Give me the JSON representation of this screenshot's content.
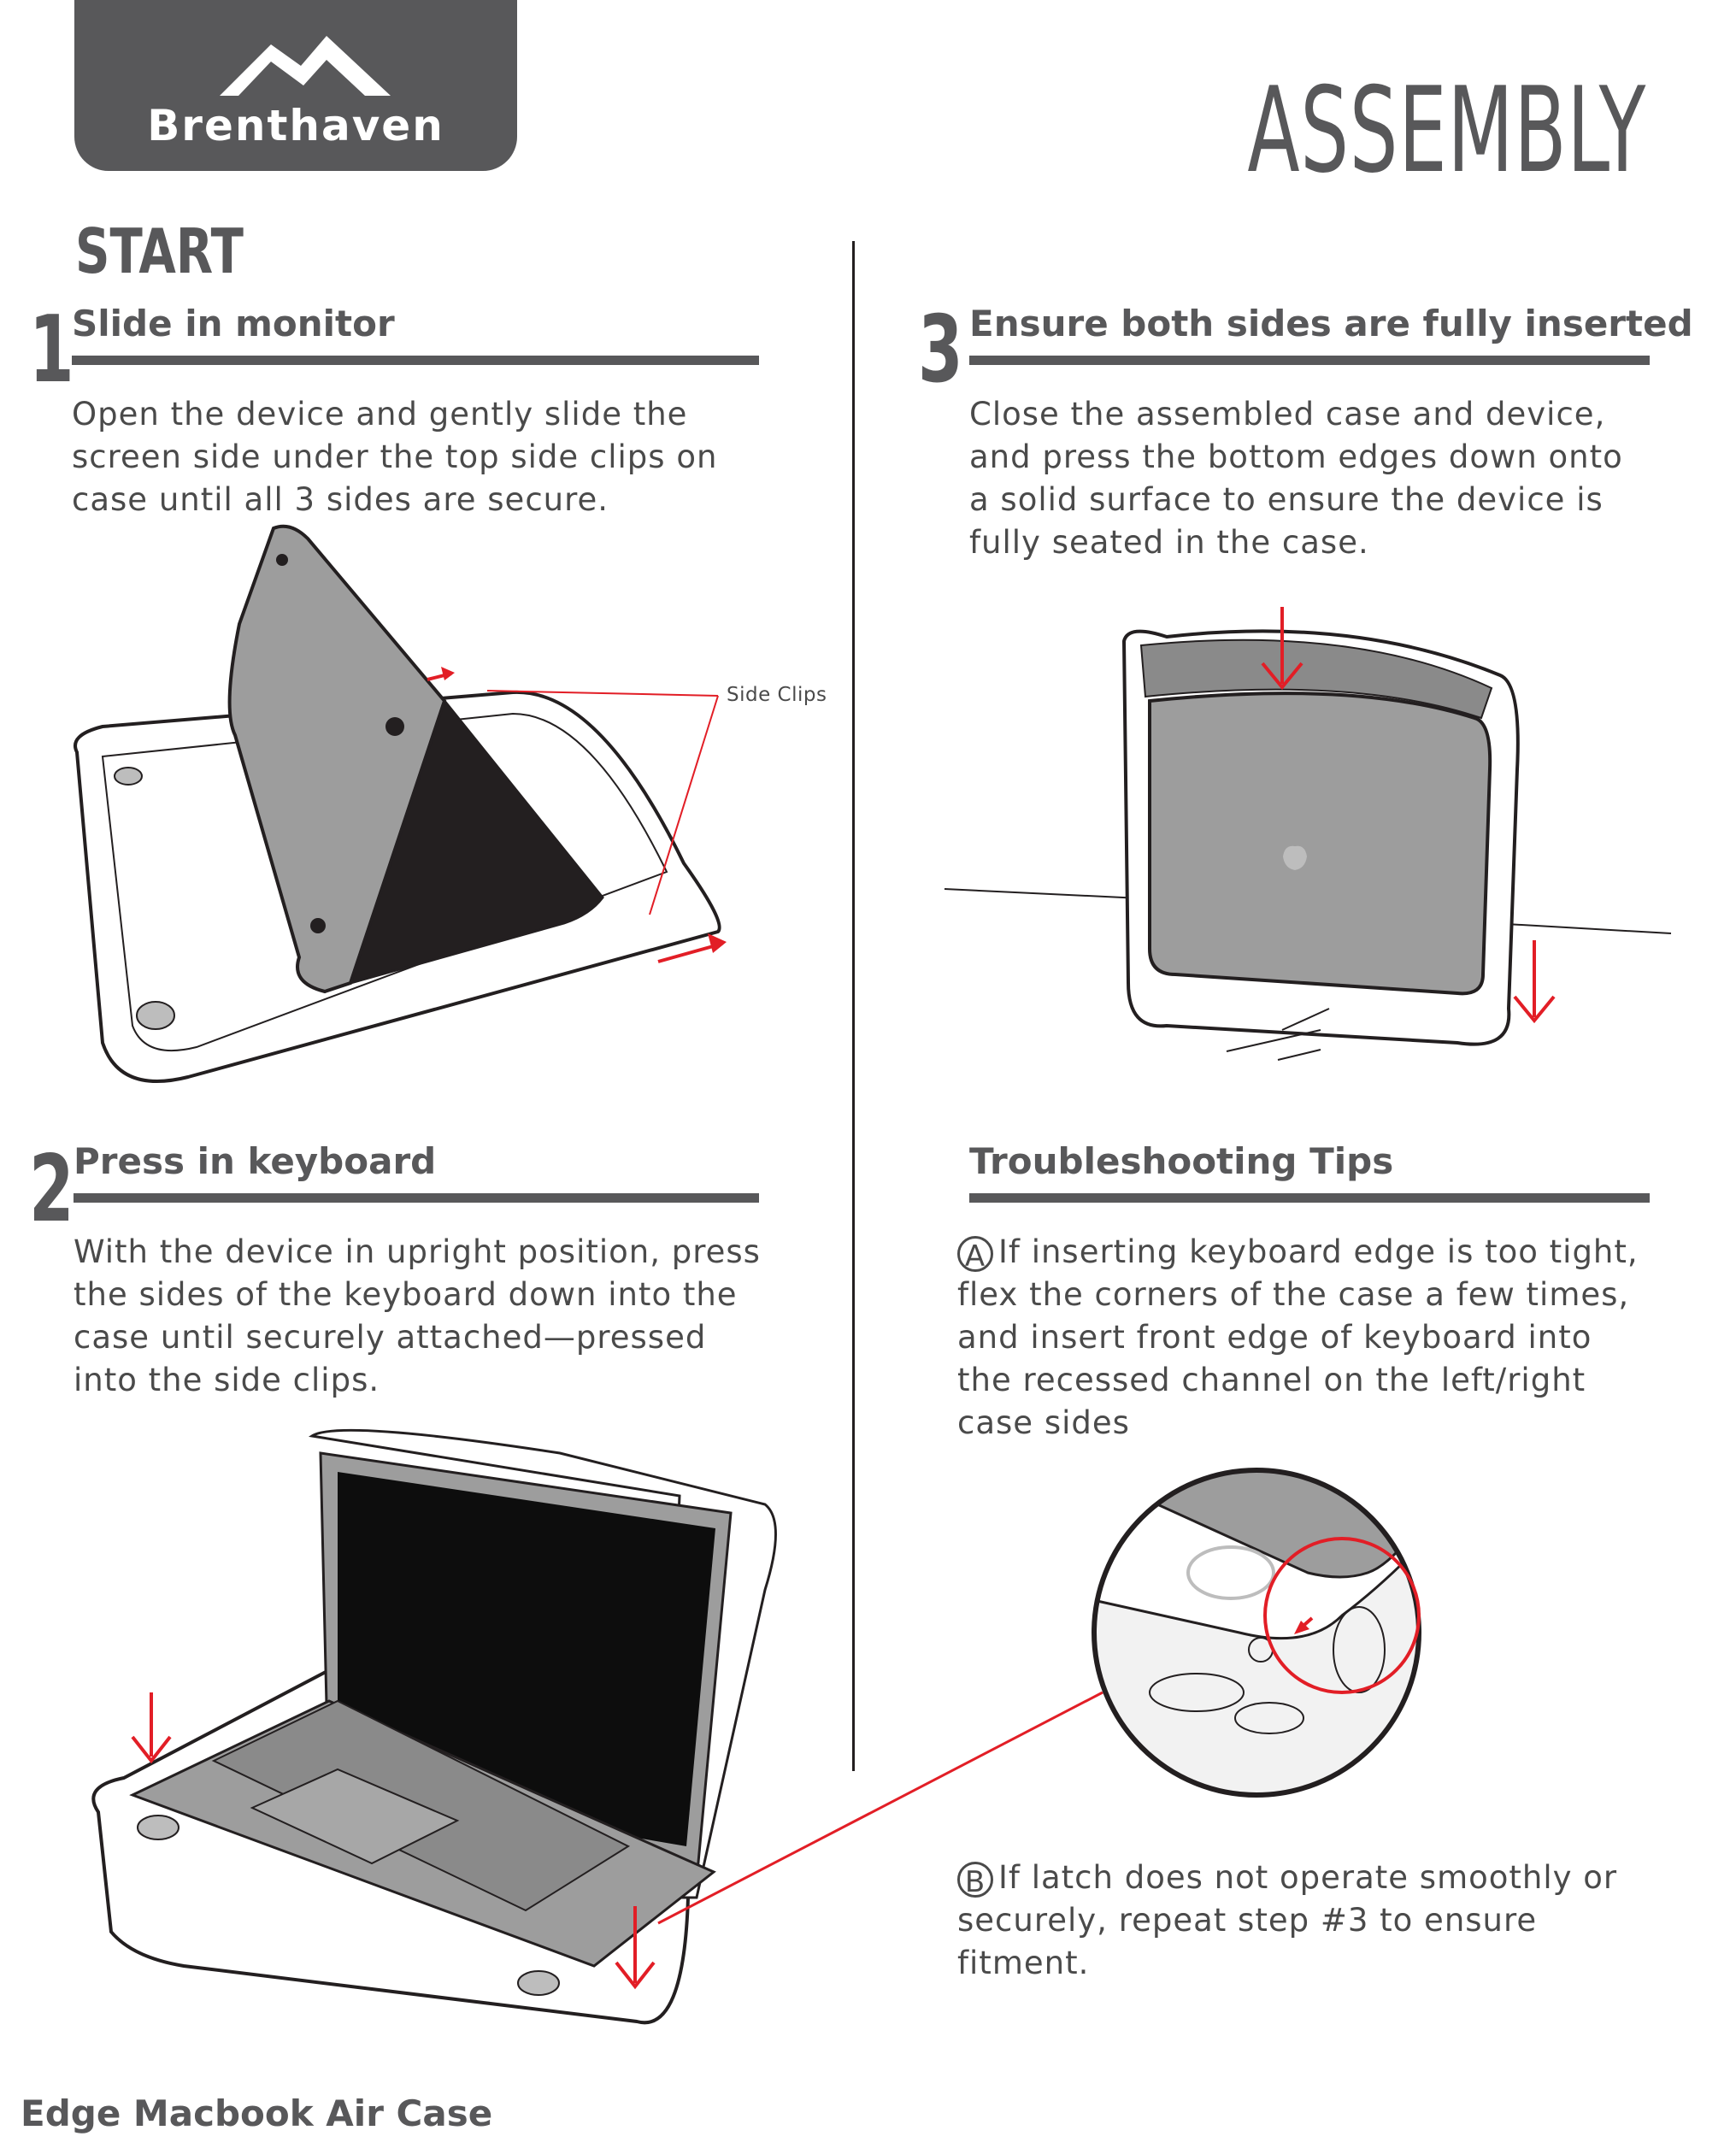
{
  "brand": {
    "name": "Brenthaven",
    "logo_icon": "mountain-logo-icon",
    "logo_bg": "#58585a"
  },
  "header": {
    "title": "ASSEMBLY"
  },
  "start_label": "START",
  "steps": [
    {
      "number": "1",
      "title": "Slide in monitor",
      "body": "Open the device and gently slide the screen side under the top side clips on case until all 3 sides are secure.",
      "callout": "Side Clips"
    },
    {
      "number": "2",
      "title": "Press in keyboard",
      "body": "With the device in upright position, press the sides of the keyboard down into the case until securely attached—pressed into the side clips."
    },
    {
      "number": "3",
      "title": "Ensure both sides are fully inserted",
      "body": "Close the assembled case and device, and press the bottom edges down onto a solid surface to ensure the device is fully seated in the case."
    }
  ],
  "troubleshooting": {
    "title": "Troubleshooting Tips",
    "tips": [
      {
        "letter": "A",
        "text": "If inserting keyboard edge is too tight, flex the corners of the case a few times, and insert front edge of keyboard into the recessed channel on the left/right case sides"
      },
      {
        "letter": "B",
        "text": "If latch does not operate smoothly or securely, repeat step #3 to ensure fitment."
      }
    ]
  },
  "footer": {
    "product": "Edge Macbook Air Case"
  },
  "colors": {
    "accent_red": "#e21e26",
    "heading_gray": "#58585a",
    "text": "#4a4a4a"
  }
}
